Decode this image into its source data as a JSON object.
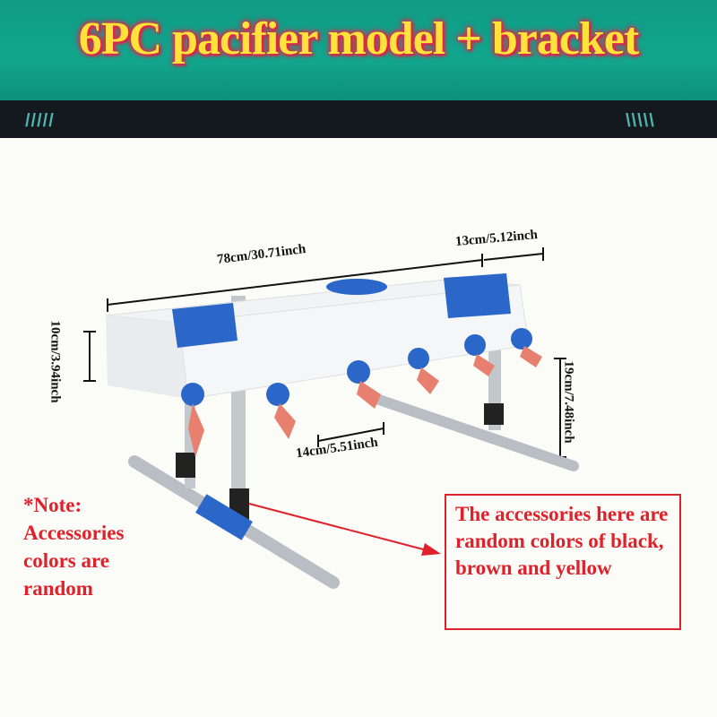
{
  "header": {
    "title": "6PC pacifier model + bracket",
    "left_marks": "/////",
    "right_marks": "\\\\\\\\\\"
  },
  "dimensions": {
    "length": "78cm/30.71inch",
    "width": "13cm/5.12inch",
    "height_tank": "10cm/3.94inch",
    "height_total": "19cm/7.48inch",
    "spacing": "14cm/5.51inch"
  },
  "note": {
    "line1": "*Note:",
    "line2": "Accessories",
    "line3": "colors are",
    "line4": "random"
  },
  "callout": {
    "text": "The accessories here are random colors of black, brown and yellow"
  },
  "colors": {
    "accent_red": "#e0202a",
    "title_yellow": "#ffe23a",
    "header_green": "#12a68e",
    "part_blue": "#2a67c9"
  }
}
